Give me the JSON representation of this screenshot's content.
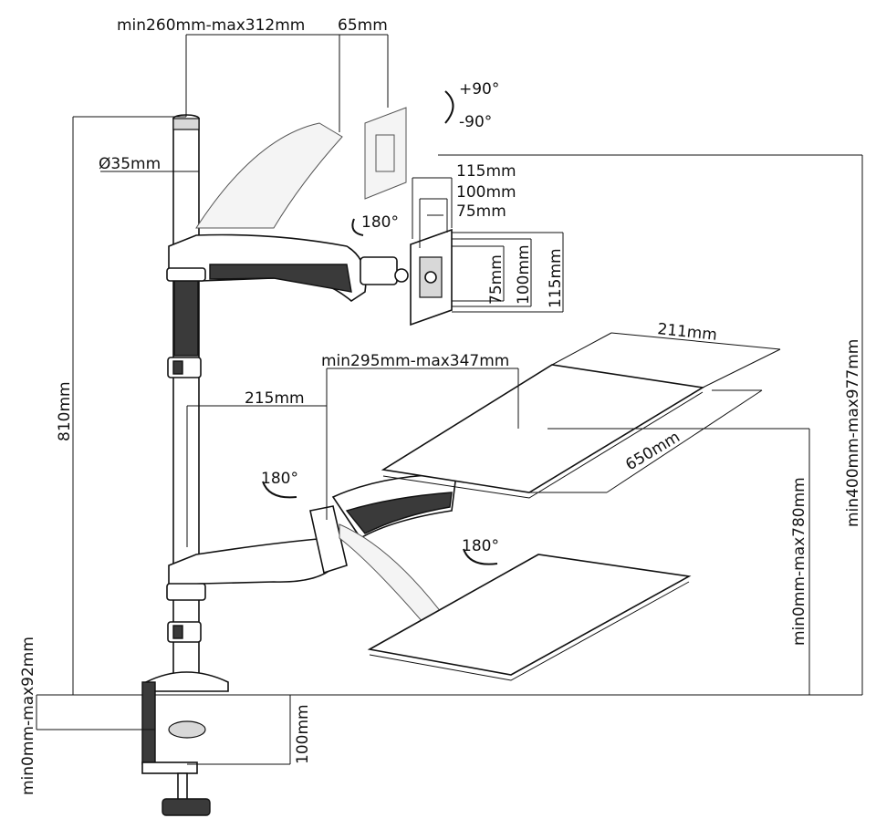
{
  "diagram": {
    "colors": {
      "ink": "#111111",
      "dark_part": "#3a3a3a",
      "light_part": "#d8d8d8"
    },
    "upper_arm": {
      "reach_label": "min260mm-max312mm",
      "offset_label": "65mm",
      "tilt_up_label": "+90°",
      "tilt_down_label": "-90°",
      "swivel_label": "180°"
    },
    "pole": {
      "diameter_label": "Ø35mm",
      "height_label": "810mm"
    },
    "vesa": {
      "width_115_label": "115mm",
      "width_100_label": "100mm",
      "width_75_label": "75mm",
      "height_75_label": "75mm",
      "height_100_label": "100mm",
      "height_115_label": "115mm"
    },
    "lower_arm": {
      "reach_label": "min295mm-max347mm",
      "offset_label": "215mm",
      "swivel_label": "180°",
      "tray_swivel_label": "180°"
    },
    "laptop_tray": {
      "depth_label": "211mm",
      "width_label": "650mm",
      "height_label": "min0mm-max780mm",
      "overall_height_label": "min400mm-max977mm"
    },
    "clamp": {
      "thickness_label": "min0mm-max92mm",
      "depth_label": "100mm"
    }
  }
}
